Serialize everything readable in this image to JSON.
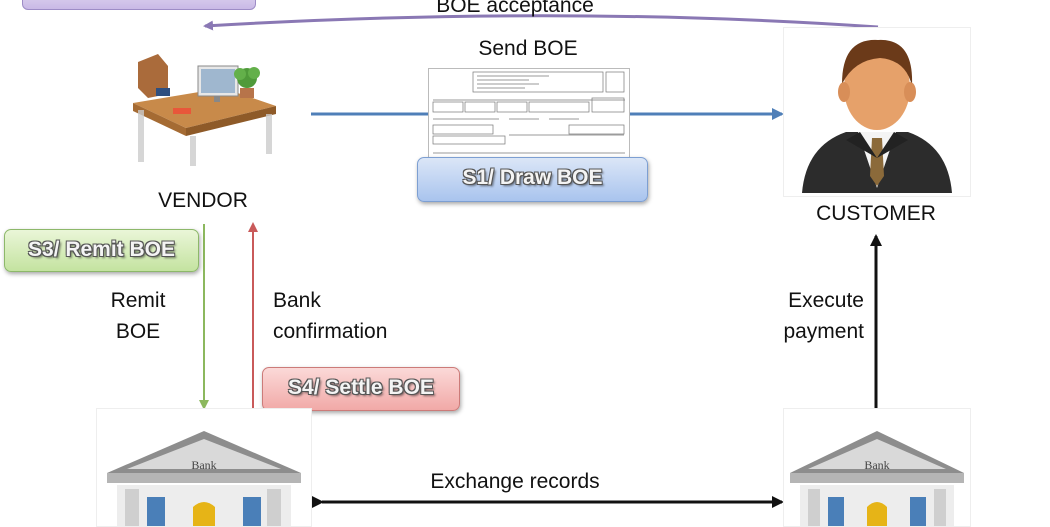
{
  "top_arrow": {
    "label": "BOE acceptance"
  },
  "send_arrow": {
    "label": "Send BOE"
  },
  "nodes": {
    "vendor": "VENDOR",
    "customer": "CUSTOMER"
  },
  "steps": {
    "s1": "S1/ Draw BOE",
    "s3": "S3/ Remit BOE",
    "s4": "S4/ Settle BOE"
  },
  "left_arrows": {
    "remit_line1": "Remit",
    "remit_line2": "BOE",
    "confirm_line1": "Bank",
    "confirm_line2": "confirmation"
  },
  "right_arrow": {
    "line1": "Execute",
    "line2": "payment"
  },
  "bottom_arrow": {
    "label": "Exchange records"
  },
  "bank_sign": "Bank",
  "colors": {
    "top_arrow": "#8a78b4",
    "send_arrow": "#4f7fb8",
    "remit_arrow": "#8cb85e",
    "confirm_arrow": "#c95a5a",
    "execute_arrow": "#111111",
    "exchange_arrow": "#111111"
  }
}
